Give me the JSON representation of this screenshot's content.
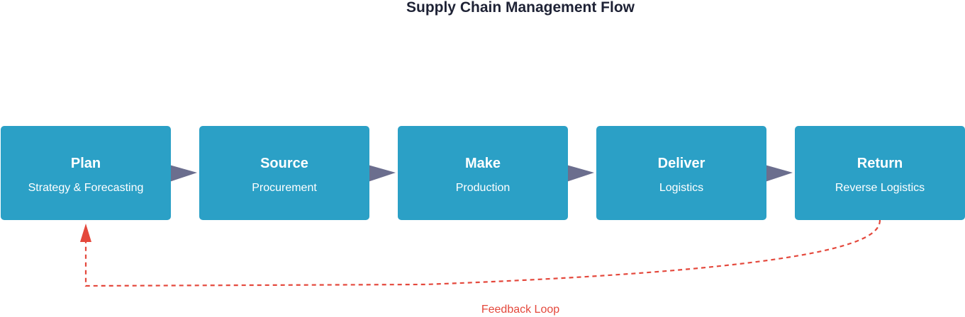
{
  "title": "Supply Chain Management Flow",
  "colors": {
    "box_fill": "#2ba0c6",
    "box_text": "#ffffff",
    "arrow": "#6b6e8e",
    "feedback": "#e4483c",
    "title": "#1e2235"
  },
  "stages": [
    {
      "name": "Plan",
      "description": "Strategy & Forecasting"
    },
    {
      "name": "Source",
      "description": "Procurement"
    },
    {
      "name": "Make",
      "description": "Production"
    },
    {
      "name": "Deliver",
      "description": "Logistics"
    },
    {
      "name": "Return",
      "description": "Reverse Logistics"
    }
  ],
  "feedback": {
    "label": "Feedback Loop",
    "from": "Return",
    "to": "Plan",
    "style": "dashed"
  }
}
